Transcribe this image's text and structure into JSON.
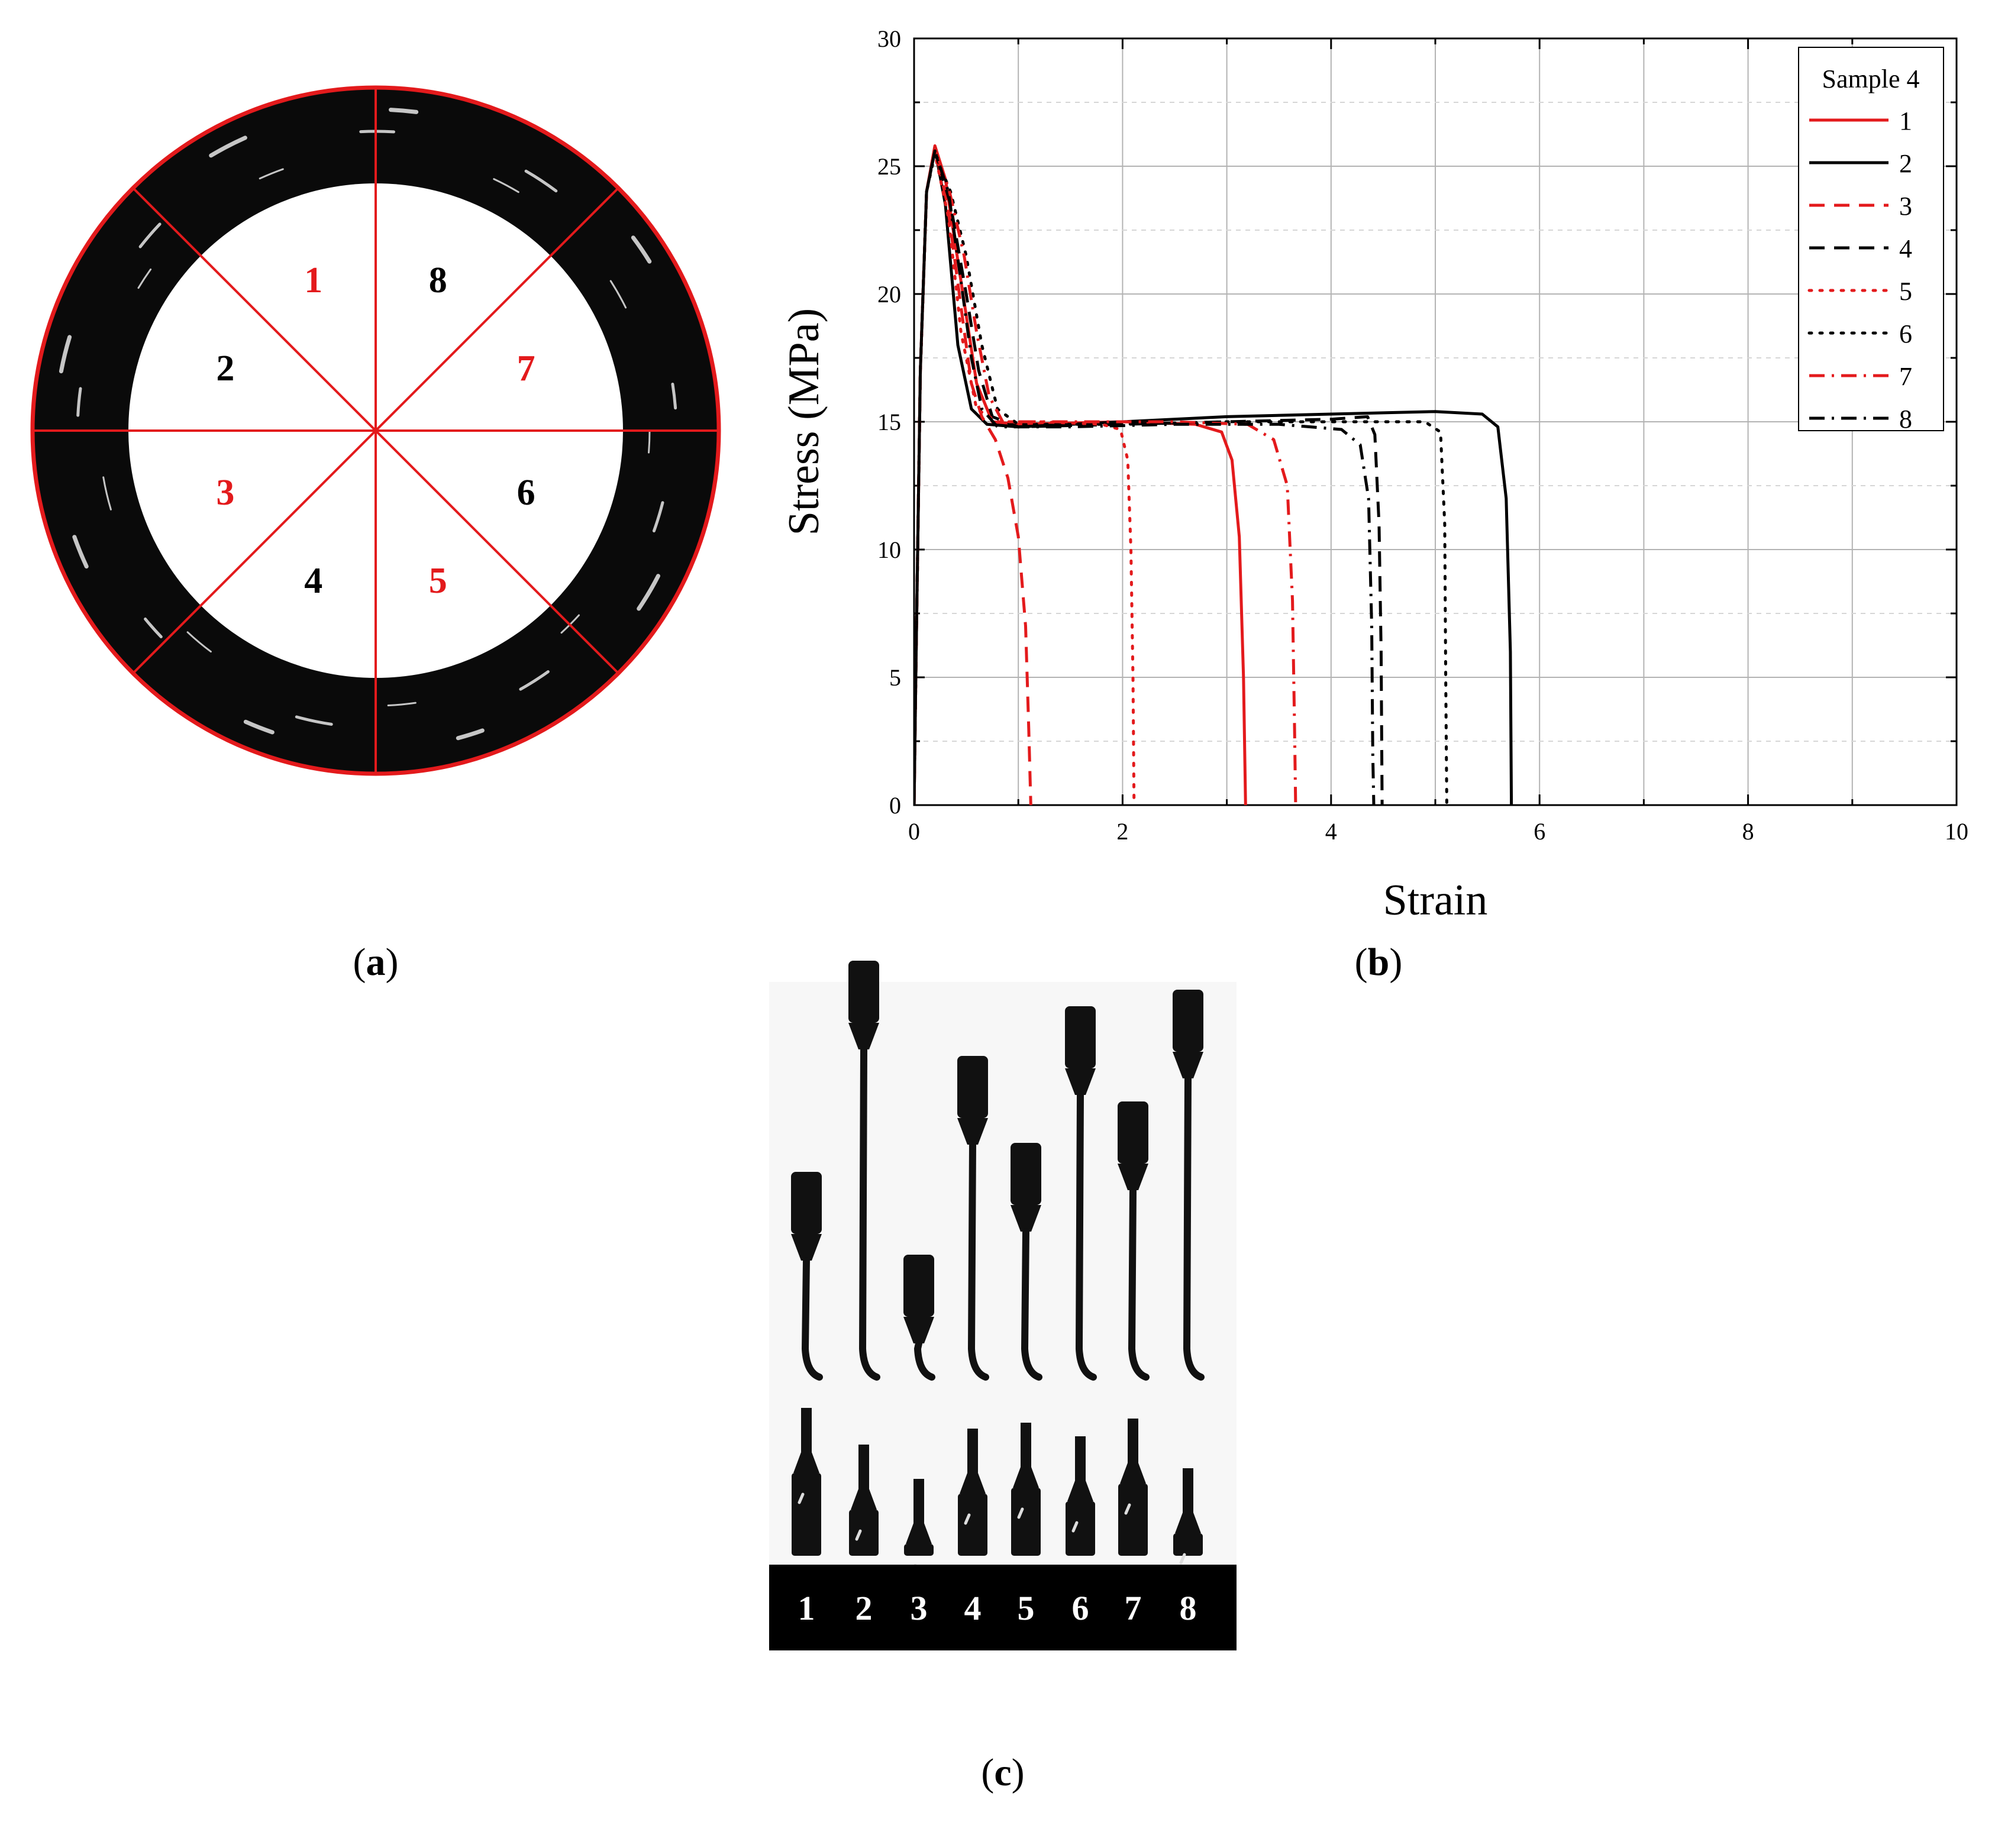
{
  "panel_labels": {
    "a": "a",
    "b": "b",
    "c": "c"
  },
  "colors": {
    "red": "#e31a1c",
    "black": "#000000"
  },
  "ring_segments": [
    {
      "label": "1",
      "color": "#e31a1c"
    },
    {
      "label": "8",
      "color": "#000000"
    },
    {
      "label": "7",
      "color": "#e31a1c"
    },
    {
      "label": "6",
      "color": "#000000"
    },
    {
      "label": "5",
      "color": "#e31a1c"
    },
    {
      "label": "4",
      "color": "#000000"
    },
    {
      "label": "3",
      "color": "#e31a1c"
    },
    {
      "label": "2",
      "color": "#000000"
    }
  ],
  "specimen_labels": [
    "1",
    "2",
    "3",
    "4",
    "5",
    "6",
    "7",
    "8"
  ],
  "specimen_fractured_length": [
    0.27,
    0.78,
    0.07,
    0.55,
    0.34,
    0.67,
    0.44,
    0.71
  ],
  "chart_data": {
    "type": "line",
    "xlabel": "Strain",
    "ylabel": "Stress (MPa)",
    "xlim": [
      0,
      10
    ],
    "ylim": [
      0,
      30
    ],
    "xticks": [
      "0",
      "2",
      "4",
      "6",
      "8",
      "10"
    ],
    "yticks": [
      "0",
      "5",
      "10",
      "15",
      "20",
      "25",
      "30"
    ],
    "grid": true,
    "legend": {
      "title": "Sample 4",
      "position": "top-right"
    },
    "series": [
      {
        "name": "1",
        "color": "#e31a1c",
        "dash": "solid",
        "points": [
          [
            0,
            0
          ],
          [
            0.02,
            6
          ],
          [
            0.06,
            17
          ],
          [
            0.12,
            24
          ],
          [
            0.2,
            25.8
          ],
          [
            0.3,
            24.5
          ],
          [
            0.45,
            20.5
          ],
          [
            0.6,
            16.5
          ],
          [
            0.75,
            15.0
          ],
          [
            1.0,
            14.9
          ],
          [
            2.0,
            15.0
          ],
          [
            2.7,
            14.9
          ],
          [
            2.95,
            14.6
          ],
          [
            3.05,
            13.5
          ],
          [
            3.12,
            10.5
          ],
          [
            3.16,
            5
          ],
          [
            3.18,
            0
          ]
        ]
      },
      {
        "name": "2",
        "color": "#000000",
        "dash": "solid",
        "points": [
          [
            0,
            0
          ],
          [
            0.02,
            6
          ],
          [
            0.06,
            17
          ],
          [
            0.12,
            24
          ],
          [
            0.2,
            25.7
          ],
          [
            0.3,
            23.5
          ],
          [
            0.42,
            18.0
          ],
          [
            0.55,
            15.5
          ],
          [
            0.7,
            14.9
          ],
          [
            1.0,
            14.8
          ],
          [
            2.0,
            15.0
          ],
          [
            3.0,
            15.2
          ],
          [
            4.0,
            15.3
          ],
          [
            5.0,
            15.4
          ],
          [
            5.45,
            15.3
          ],
          [
            5.6,
            14.8
          ],
          [
            5.68,
            12
          ],
          [
            5.72,
            6
          ],
          [
            5.73,
            0
          ]
        ]
      },
      {
        "name": "3",
        "color": "#e31a1c",
        "dash": "dashed",
        "points": [
          [
            0,
            0
          ],
          [
            0.02,
            6
          ],
          [
            0.06,
            17
          ],
          [
            0.12,
            24
          ],
          [
            0.2,
            25.7
          ],
          [
            0.32,
            23.5
          ],
          [
            0.45,
            19.5
          ],
          [
            0.55,
            16.5
          ],
          [
            0.65,
            15.2
          ],
          [
            0.78,
            14.3
          ],
          [
            0.9,
            12.8
          ],
          [
            1.0,
            10.5
          ],
          [
            1.07,
            7
          ],
          [
            1.1,
            3
          ],
          [
            1.12,
            0
          ]
        ]
      },
      {
        "name": "4",
        "color": "#000000",
        "dash": "dashed",
        "points": [
          [
            0,
            0
          ],
          [
            0.02,
            6
          ],
          [
            0.06,
            17
          ],
          [
            0.12,
            24
          ],
          [
            0.2,
            25.6
          ],
          [
            0.35,
            23.5
          ],
          [
            0.5,
            20.0
          ],
          [
            0.62,
            17.0
          ],
          [
            0.75,
            15.2
          ],
          [
            1.0,
            14.8
          ],
          [
            2.0,
            14.9
          ],
          [
            3.0,
            15.0
          ],
          [
            4.0,
            15.1
          ],
          [
            4.35,
            15.2
          ],
          [
            4.42,
            14.5
          ],
          [
            4.46,
            11
          ],
          [
            4.48,
            6
          ],
          [
            4.49,
            0
          ]
        ]
      },
      {
        "name": "5",
        "color": "#e31a1c",
        "dash": "dotted",
        "points": [
          [
            0,
            0
          ],
          [
            0.02,
            6
          ],
          [
            0.06,
            17
          ],
          [
            0.12,
            24
          ],
          [
            0.2,
            25.5
          ],
          [
            0.33,
            23.0
          ],
          [
            0.45,
            18.5
          ],
          [
            0.6,
            15.5
          ],
          [
            0.8,
            15.0
          ],
          [
            1.2,
            15.0
          ],
          [
            1.8,
            14.9
          ],
          [
            1.98,
            14.7
          ],
          [
            2.05,
            13.5
          ],
          [
            2.08,
            10
          ],
          [
            2.1,
            5
          ],
          [
            2.11,
            0
          ]
        ]
      },
      {
        "name": "6",
        "color": "#000000",
        "dash": "dotted",
        "points": [
          [
            0,
            0
          ],
          [
            0.02,
            6
          ],
          [
            0.06,
            17
          ],
          [
            0.12,
            24
          ],
          [
            0.2,
            25.5
          ],
          [
            0.35,
            24.0
          ],
          [
            0.5,
            21.5
          ],
          [
            0.65,
            18.0
          ],
          [
            0.8,
            15.5
          ],
          [
            1.0,
            14.9
          ],
          [
            2.0,
            14.9
          ],
          [
            3.0,
            15.0
          ],
          [
            4.0,
            15.0
          ],
          [
            4.9,
            15.0
          ],
          [
            5.05,
            14.6
          ],
          [
            5.09,
            11
          ],
          [
            5.1,
            5
          ],
          [
            5.11,
            0
          ]
        ]
      },
      {
        "name": "7",
        "color": "#e31a1c",
        "dash": "dashdot",
        "points": [
          [
            0,
            0
          ],
          [
            0.02,
            6
          ],
          [
            0.06,
            17
          ],
          [
            0.12,
            24
          ],
          [
            0.2,
            25.7
          ],
          [
            0.34,
            24.0
          ],
          [
            0.48,
            21.5
          ],
          [
            0.6,
            18.5
          ],
          [
            0.72,
            16.0
          ],
          [
            0.85,
            15.0
          ],
          [
            1.2,
            15.0
          ],
          [
            2.5,
            15.0
          ],
          [
            3.2,
            14.9
          ],
          [
            3.45,
            14.3
          ],
          [
            3.58,
            12.5
          ],
          [
            3.63,
            8
          ],
          [
            3.65,
            3
          ],
          [
            3.66,
            0
          ]
        ]
      },
      {
        "name": "8",
        "color": "#000000",
        "dash": "dashdot",
        "points": [
          [
            0,
            0
          ],
          [
            0.02,
            6
          ],
          [
            0.06,
            17
          ],
          [
            0.12,
            24
          ],
          [
            0.2,
            25.6
          ],
          [
            0.33,
            24.0
          ],
          [
            0.45,
            20.5
          ],
          [
            0.55,
            17.5
          ],
          [
            0.65,
            15.5
          ],
          [
            0.8,
            14.8
          ],
          [
            1.5,
            14.8
          ],
          [
            2.5,
            14.9
          ],
          [
            3.5,
            14.9
          ],
          [
            4.1,
            14.7
          ],
          [
            4.28,
            14.1
          ],
          [
            4.36,
            12
          ],
          [
            4.39,
            7
          ],
          [
            4.4,
            2
          ],
          [
            4.41,
            0
          ]
        ]
      }
    ]
  }
}
